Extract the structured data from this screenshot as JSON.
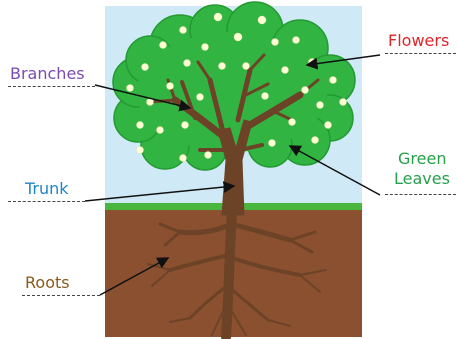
{
  "labels": {
    "flowers": "Flowers",
    "branches": "Branches",
    "green_leaves_line1": "Green",
    "green_leaves_line2": "Leaves",
    "trunk": "Trunk",
    "roots": "Roots"
  },
  "colors": {
    "sky": "#cfe9f6",
    "soil": "#8a5030",
    "grass": "#49b73e",
    "canopy": "#31b441",
    "canopy_outline": "#249a33",
    "wood": "#6d4328",
    "flower": "#ffffd6",
    "flowers_label": "#e0242a",
    "branches_label": "#7a4bb3",
    "green_leaves_label": "#26a04a",
    "trunk_label": "#1f86c6",
    "roots_label": "#8a5a1d",
    "arrow": "#111111"
  }
}
